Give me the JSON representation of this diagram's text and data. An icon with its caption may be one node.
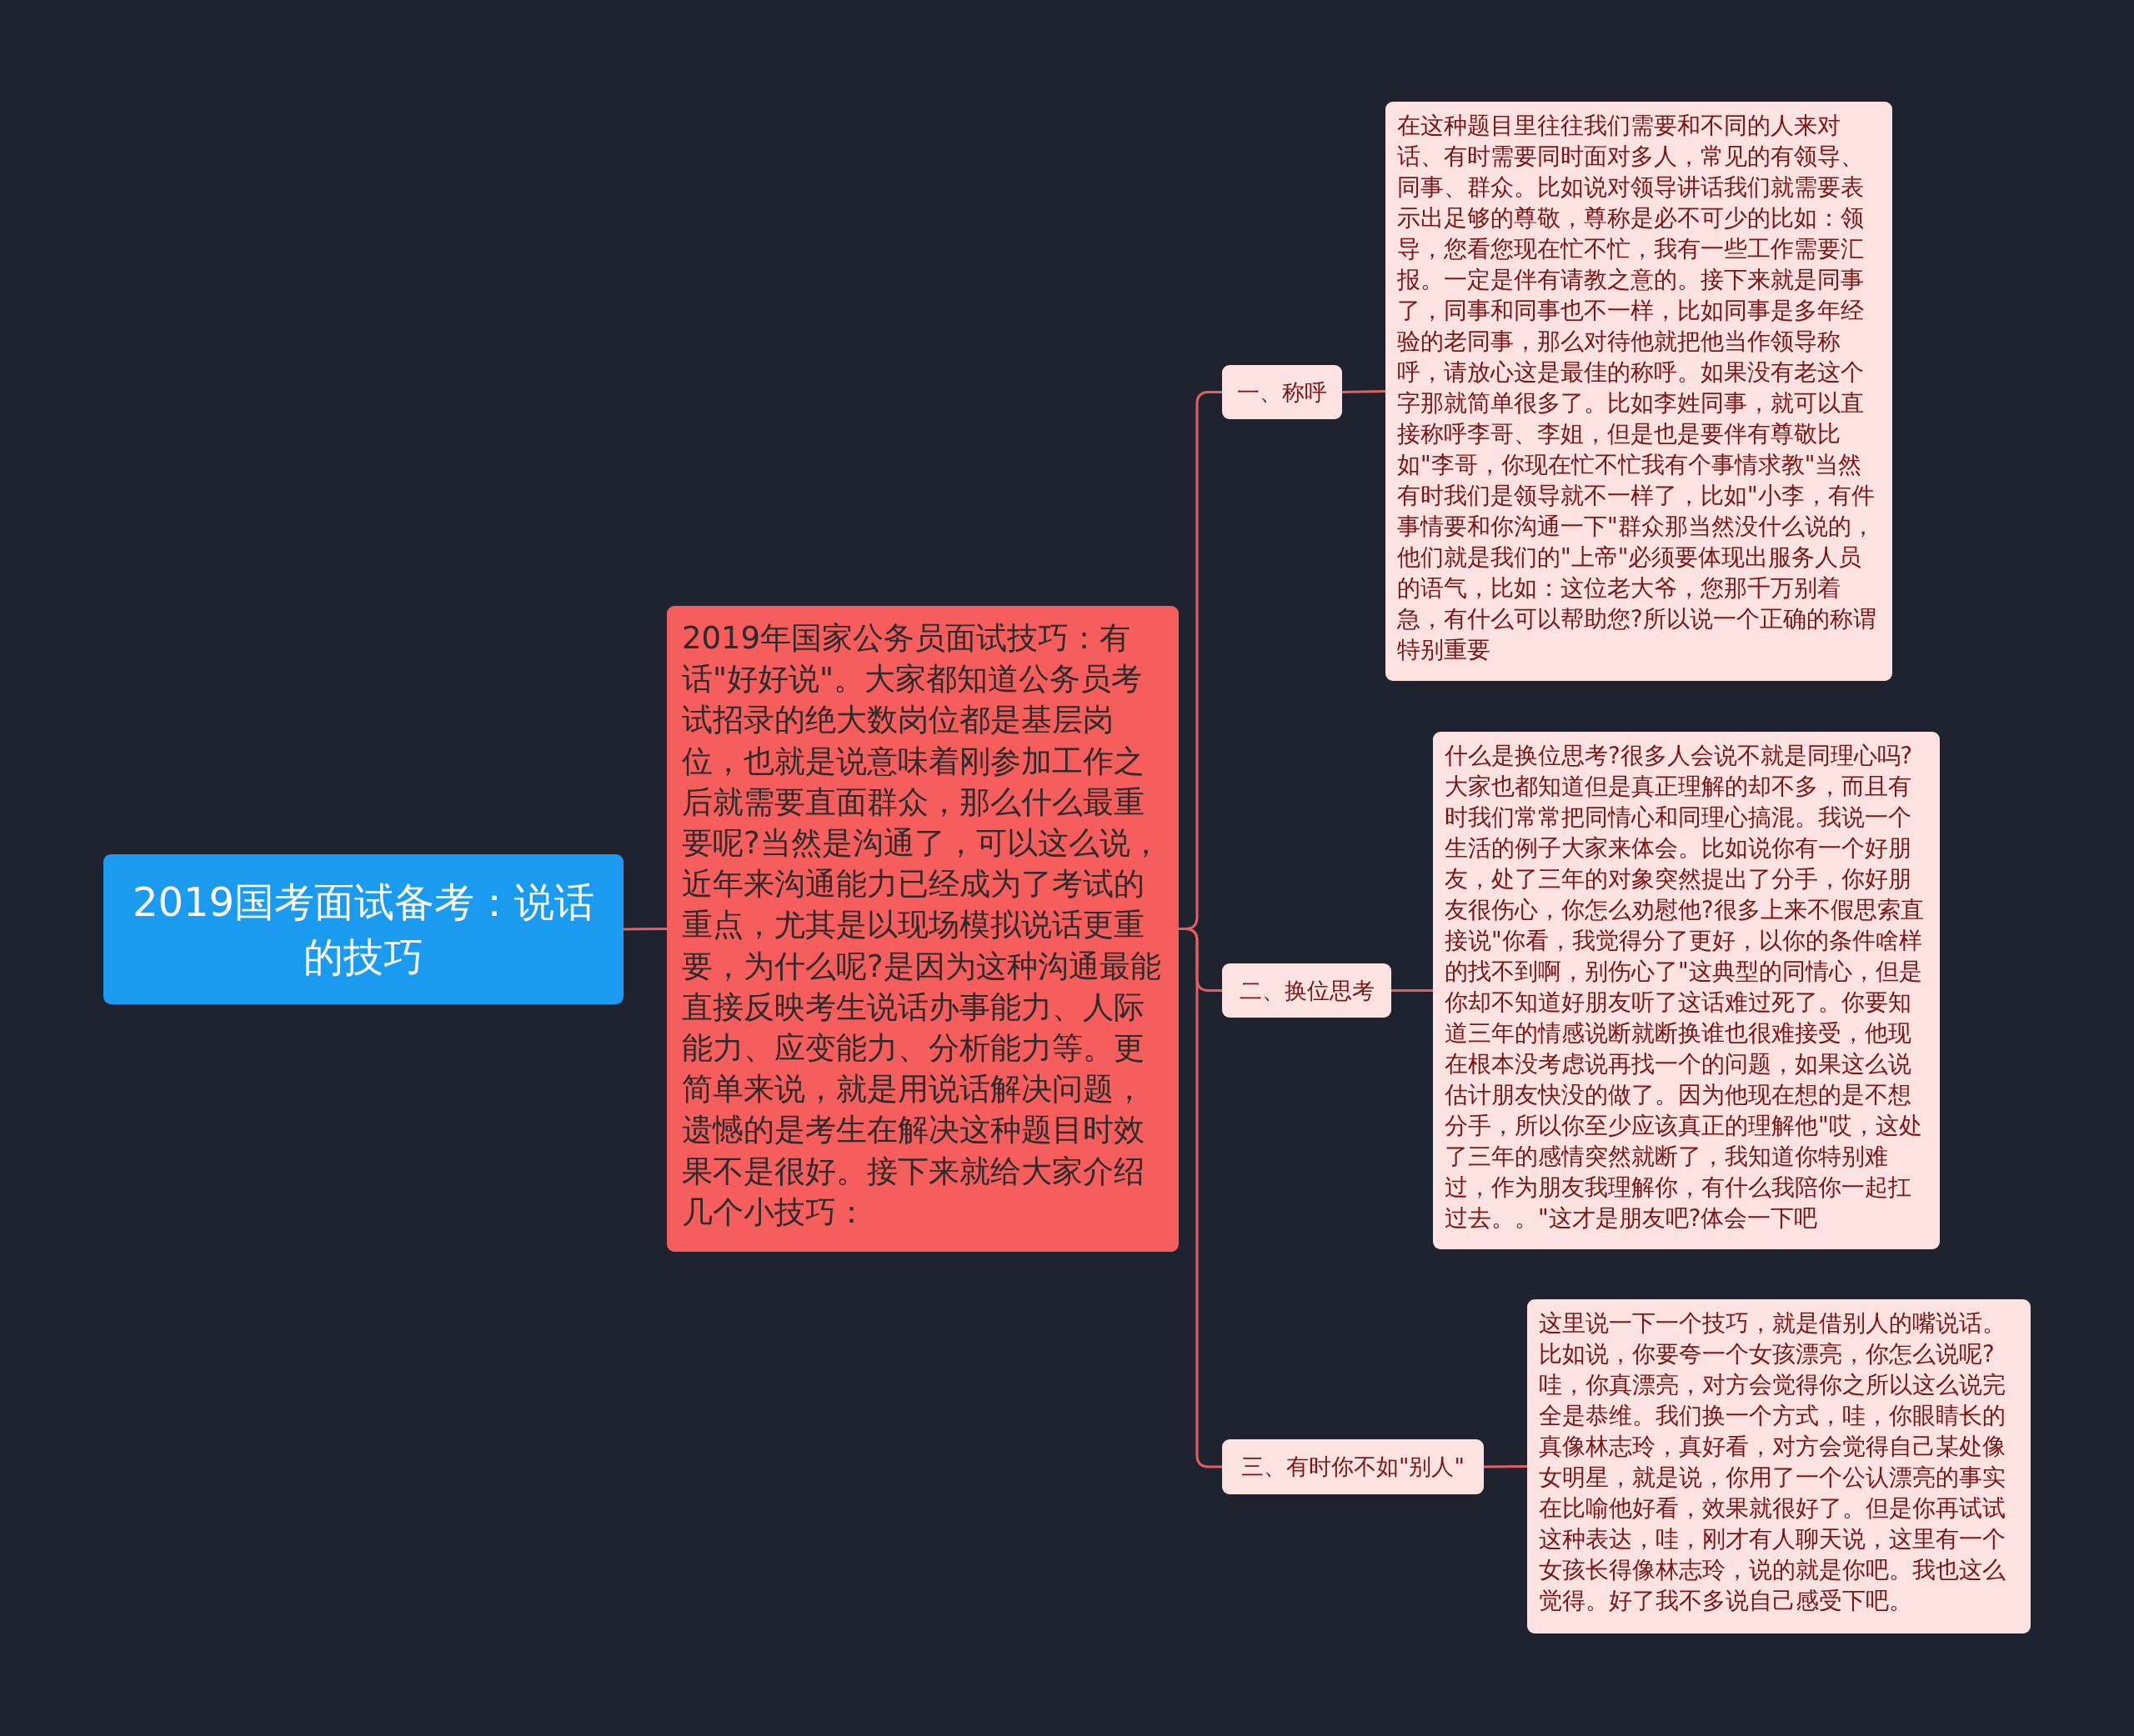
{
  "diagram": {
    "nodes": [
      {
        "text": [
          "2019国考面试备考：说话的技巧"
        ]
      },
      {
        "text": [
          "2019年国家公务员面试技巧：有话\"好好说\"。大家都知道公务员考试招录的绝大数岗位都是基层岗位，也就是说意味着刚参加工作之后就需要直面群众，那么什么最重要呢?当然是沟通了，可以这么说，近年来沟通能力已经成为了考试的重点，尤其是以现场模拟说话更重要，为什么呢?是因为这种沟通最能直接反映考生说话办事能力、人际能力、应变能力、分析能力等。更简单来说，就是用说话解决问题，遗憾的是考生在解决这种题目时效果不是很好。接下来就给大家介绍几个小技巧："
        ]
      },
      {
        "text": [
          "一、称呼"
        ]
      },
      {
        "text": [
          "在这种题目里往往我们需要和不同的人来对话、有时需要同时面对多人，常见的有领导、同事、群众。比如说对领导讲话我们就需要表示出足够的尊敬，尊称是必不可少的比如：领导，您看您现在忙不忙，我有一些工作需要汇报。一定是伴有请教之意的。接下来就是同事了，同事和同事也不一样，比如同事是多年经验的老同事，那么对待他就把他当作领导称呼，请放心这是最佳的称呼。如果没有老这个字那就简单很多了。比如李姓同事，就可以直接称呼李哥、李姐，但是也是要伴有尊敬比如\"李哥，你现在忙不忙我有个事情求教\"当然有时我们是领导就不一样了，比如\"小李，有件事情要和你沟通一下\"群众那当然没什么说的，他们就是我们的\"上帝\"必须要体现出服务人员的语气，比如：这位老大爷，您那千万别着急，有什么可以帮助您?所以说一个正确的称谓特别重要"
        ]
      },
      {
        "text": [
          "二、换位思考"
        ]
      },
      {
        "text": [
          "什么是换位思考?很多人会说不就是同理心吗?大家也都知道但是真正理解的却不多，而且有时我们常常把同情心和同理心搞混。我说一个生活的例子大家来体会。比如说你有一个好朋友，处了三年的对象突然提出了分手，你好朋友很伤心，你怎么劝慰他?很多上来不假思索直接说\"你看，我觉得分了更好，以你的条件啥样的找不到啊，别伤心了\"这典型的同情心，但是你却不知道好朋友听了这话难过死了。你要知道三年的情感说断就断换谁也很难接受，他现在根本没考虑说再找一个的问题，如果这么说估计朋友快没的做了。因为他现在想的是不想分手，所以你至少应该真正的理解他\"哎，这处了三年的感情突然就断了，我知道你特别难过，作为朋友我理解你，有什么我陪你一起扛过去。。\"这才是朋友吧?体会一下吧"
        ]
      },
      {
        "text": [
          "三、有时你不如\"别人\""
        ]
      },
      {
        "text": [
          "这里说一下一个技巧，就是借别人的嘴说话。比如说，你要夸一个女孩漂亮，你怎么说呢?哇，你真漂亮，对方会觉得你之所以这么说完全是恭维。我们换一个方式，哇，你眼睛长的真像林志玲，真好看，对方会觉得自己某处像女明星，就是说，你用了一个公认漂亮的事实在比喻他好看，效果就很好了。但是你再试试这种表达，哇，刚才有人聊天说，这里有一个女孩长得像林志玲，说的就是你吧。我也这么觉得。好了我不多说自己感受下吧。"
        ]
      }
    ],
    "edges": [
      {
        "from": 0,
        "to": 1,
        "arrow": "none"
      },
      {
        "from": 1,
        "to": 2,
        "arrow": "none"
      },
      {
        "from": 1,
        "to": 4,
        "arrow": "none"
      },
      {
        "from": 1,
        "to": 6,
        "arrow": "none"
      },
      {
        "from": 2,
        "to": 3,
        "arrow": "none"
      },
      {
        "from": 4,
        "to": 5,
        "arrow": "none"
      },
      {
        "from": 6,
        "to": 7,
        "arrow": "none"
      }
    ]
  }
}
